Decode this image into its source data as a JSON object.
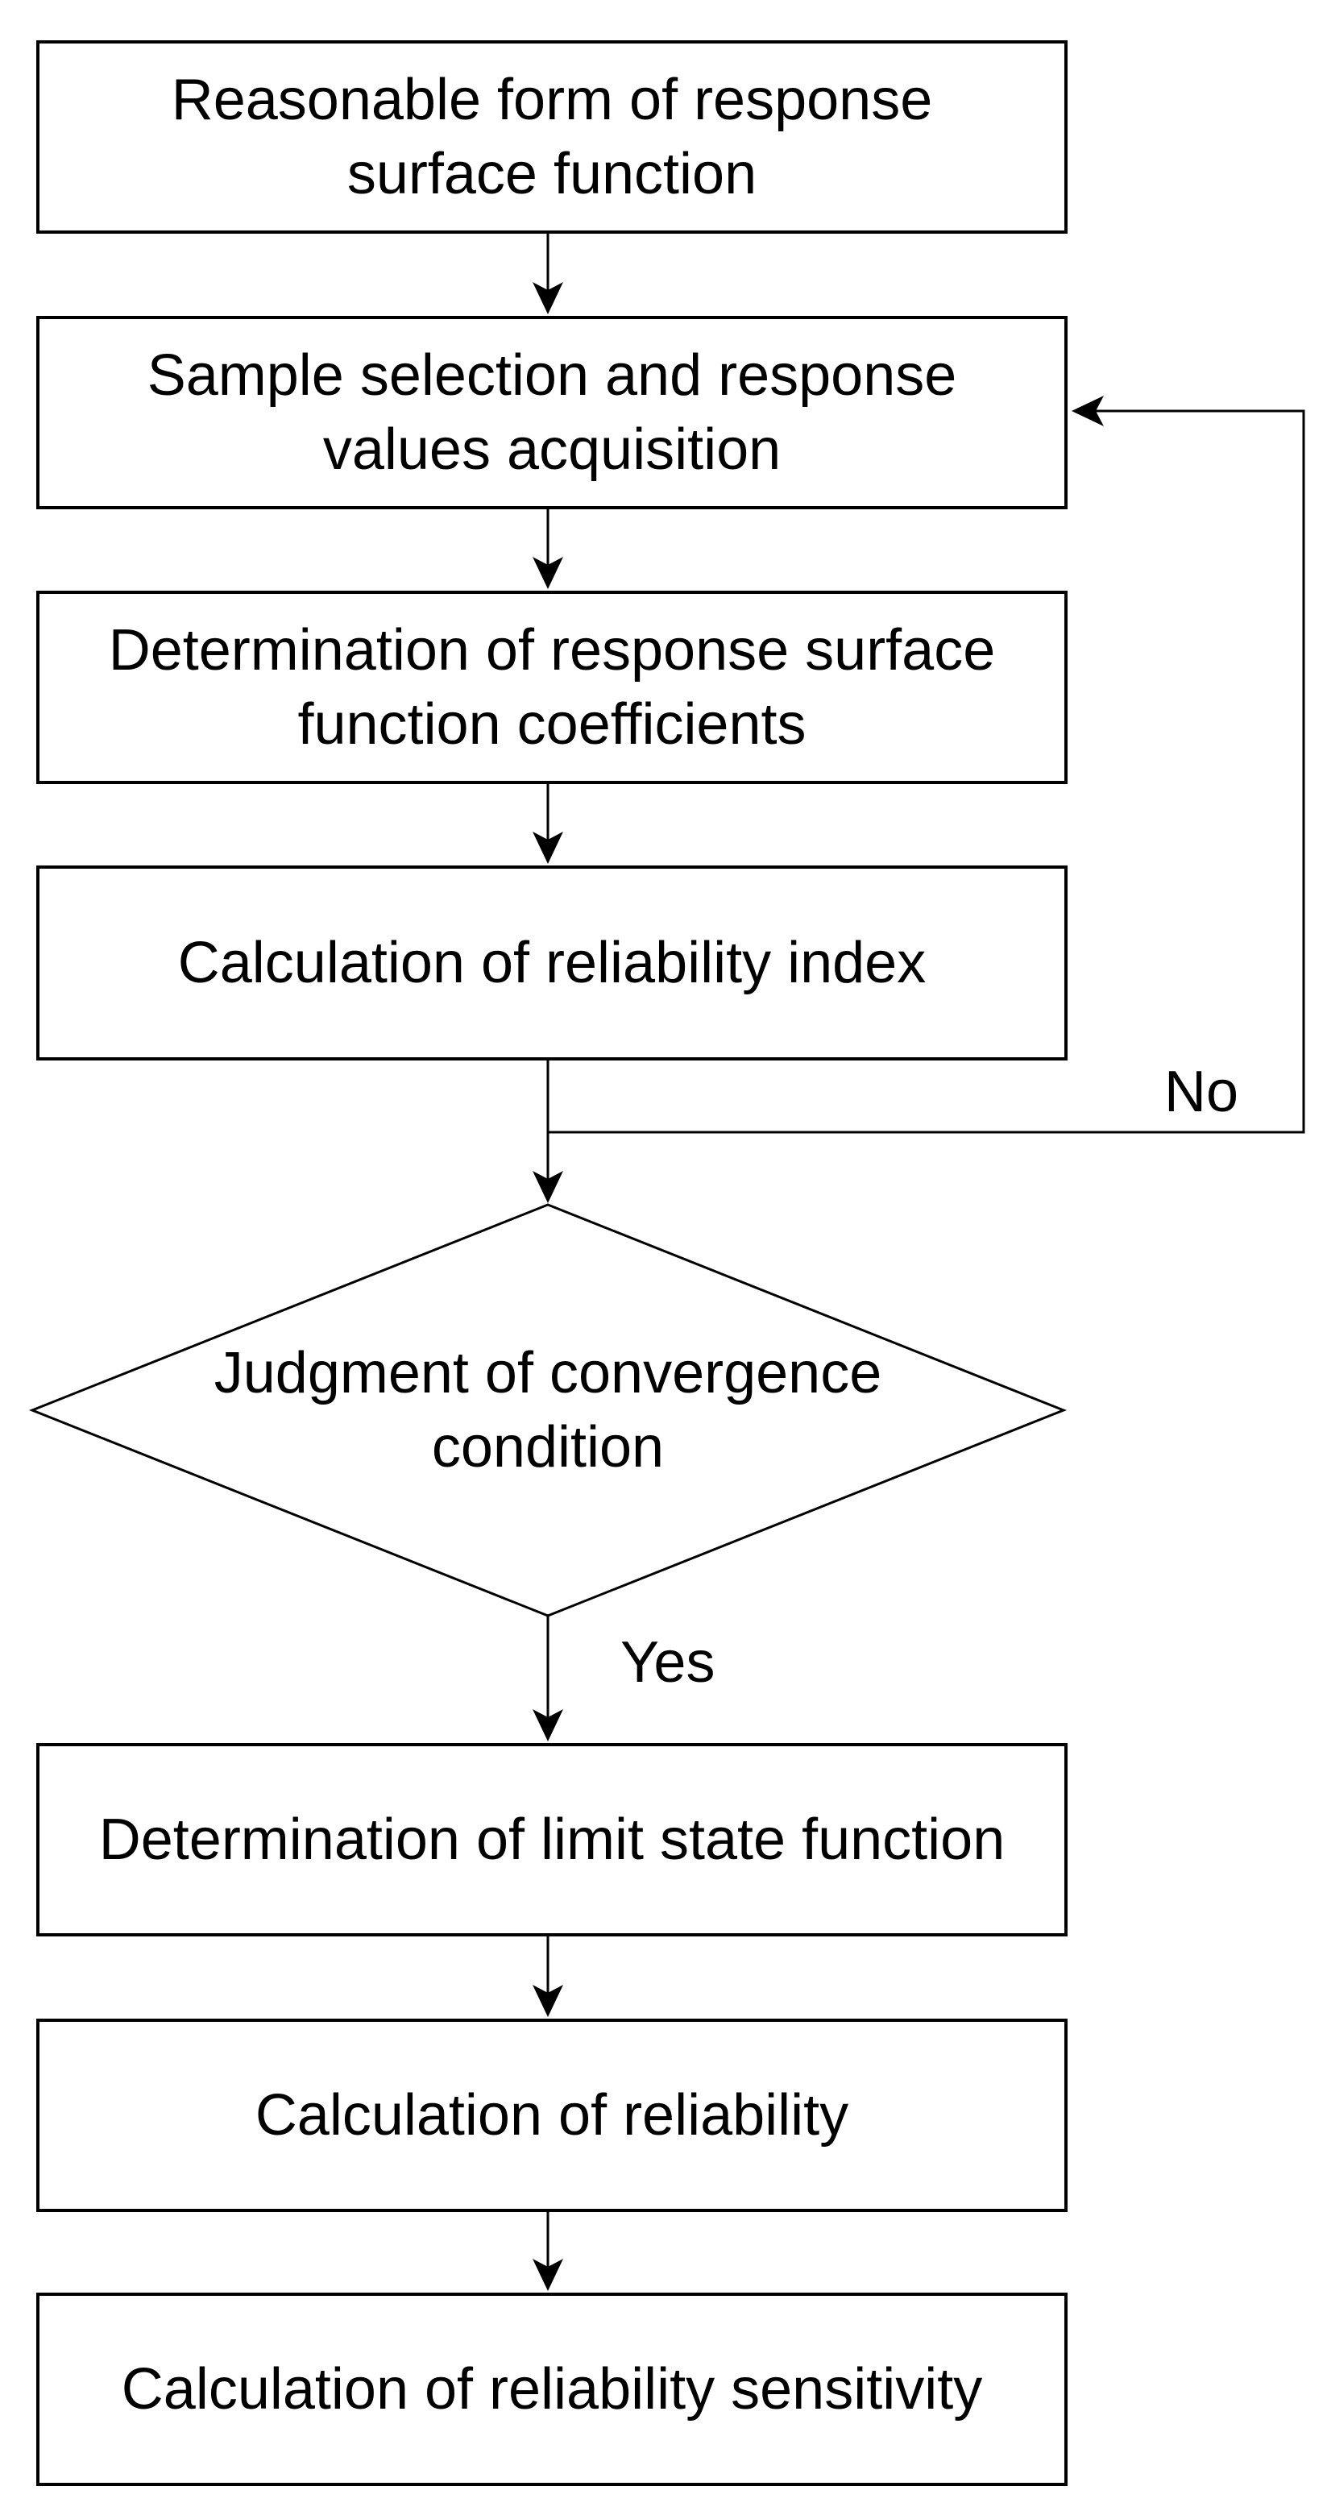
{
  "diagram": {
    "type": "flowchart",
    "colors": {
      "background": "#ffffff",
      "stroke": "#000000",
      "text": "#000000"
    },
    "nodes": [
      {
        "id": "reasonable-form",
        "shape": "process",
        "lines": [
          "Reasonable form of response",
          "surface function"
        ]
      },
      {
        "id": "sample-selection",
        "shape": "process",
        "lines": [
          "Sample selection and response",
          "values acquisition"
        ]
      },
      {
        "id": "determine-coefficients",
        "shape": "process",
        "lines": [
          "Determination of response surface",
          "function coefficients"
        ]
      },
      {
        "id": "calc-reliability-index",
        "shape": "process",
        "lines": [
          "Calculation of reliability index"
        ]
      },
      {
        "id": "judgment-convergence",
        "shape": "decision",
        "lines": [
          "Judgment of convergence",
          "condition"
        ]
      },
      {
        "id": "determine-limit-state",
        "shape": "process",
        "lines": [
          "Determination of limit state function"
        ]
      },
      {
        "id": "calc-reliability",
        "shape": "process",
        "lines": [
          "Calculation of reliability"
        ]
      },
      {
        "id": "calc-reliability-sensitivity",
        "shape": "process",
        "lines": [
          "Calculation of reliability sensitivity"
        ]
      }
    ],
    "edges": [
      {
        "from": "reasonable-form",
        "to": "sample-selection",
        "label": ""
      },
      {
        "from": "sample-selection",
        "to": "determine-coefficients",
        "label": ""
      },
      {
        "from": "determine-coefficients",
        "to": "calc-reliability-index",
        "label": ""
      },
      {
        "from": "calc-reliability-index",
        "to": "judgment-convergence",
        "label": ""
      },
      {
        "from": "judgment-convergence",
        "to": "sample-selection",
        "label": "No"
      },
      {
        "from": "judgment-convergence",
        "to": "determine-limit-state",
        "label": "Yes"
      },
      {
        "from": "determine-limit-state",
        "to": "calc-reliability",
        "label": ""
      },
      {
        "from": "calc-reliability",
        "to": "calc-reliability-sensitivity",
        "label": ""
      }
    ]
  }
}
